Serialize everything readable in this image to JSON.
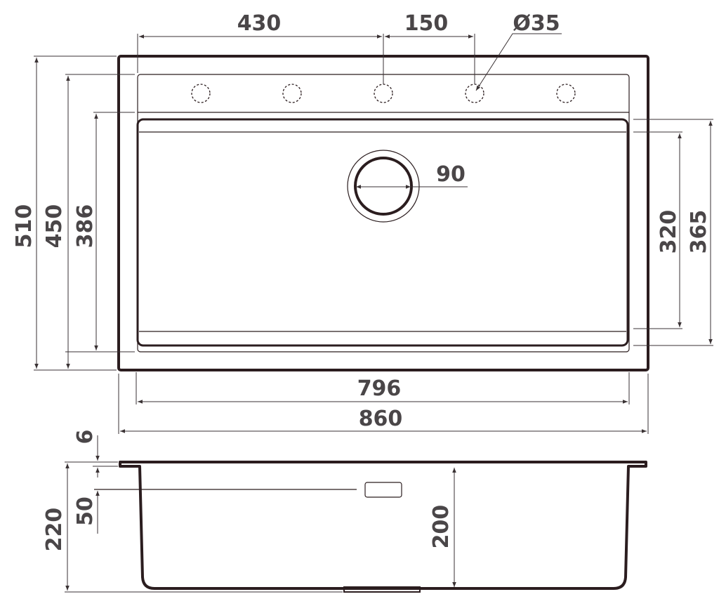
{
  "dimensions": {
    "top_width_1": "430",
    "top_width_2": "150",
    "tap_hole_diameter": "Ø35",
    "drain_diameter": "90",
    "bowl_width": "796",
    "overall_width": "860",
    "overall_depth": "510",
    "inner_depth": "450",
    "bowl_depth": "386",
    "right_inner_depth": "320",
    "right_outer_depth": "365",
    "rim_thickness": "6",
    "overflow_offset": "50",
    "total_height": "220",
    "bowl_height": "200"
  },
  "colors": {
    "outline": "#2b1d1f",
    "label": "#4a4648"
  }
}
